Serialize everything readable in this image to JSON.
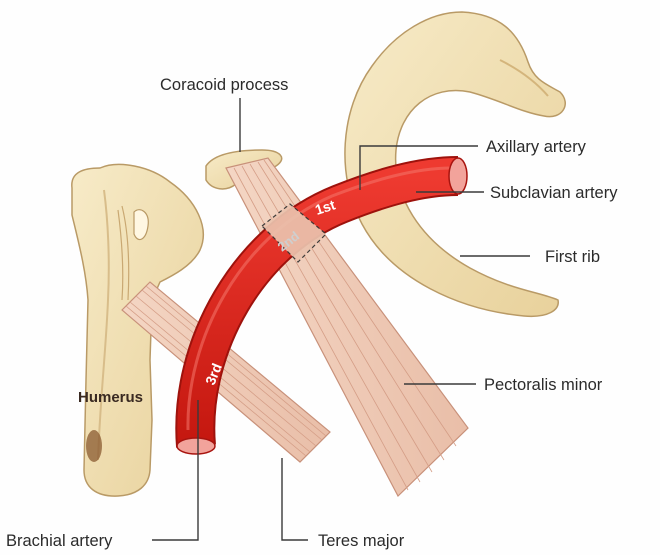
{
  "labels": {
    "coracoid_process": "Coracoid process",
    "axillary_artery": "Axillary artery",
    "subclavian_artery": "Subclavian artery",
    "first_rib": "First rib",
    "pectoralis_minor": "Pectoralis minor",
    "humerus": "Humerus",
    "brachial_artery": "Brachial artery",
    "teres_major": "Teres major"
  },
  "artery_segments": {
    "first": "1st",
    "second": "2nd",
    "third": "3rd"
  },
  "colors": {
    "bone": "#f2dfb0",
    "bone_outline": "#b99a66",
    "muscle": "#f0cdb9",
    "muscle_fiber": "#d49d86",
    "artery": "#e0261e",
    "artery_dark": "#a8140f",
    "artery_end": "#f2a39b"
  }
}
